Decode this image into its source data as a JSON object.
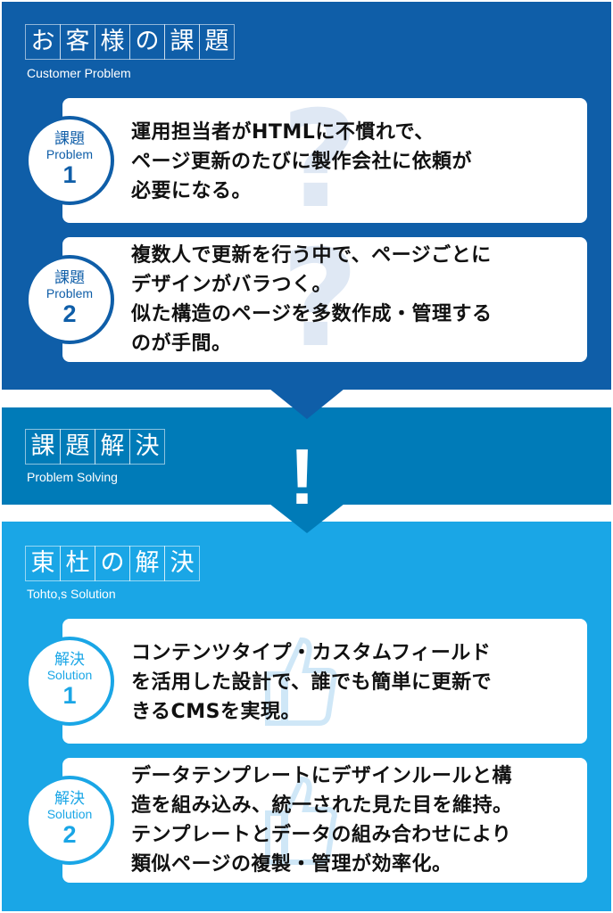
{
  "customer_problem": {
    "title_chars": [
      "お",
      "客",
      "様",
      "の",
      "課",
      "題"
    ],
    "subtitle": "Customer  Problem",
    "items": [
      {
        "label_jp": "課題",
        "label_en": "Problem",
        "number": "1",
        "text": "運用担当者がHTMLに不慣れで、\nページ更新のたびに製作会社に依頼が\n必要になる。"
      },
      {
        "label_jp": "課題",
        "label_en": "Problem",
        "number": "2",
        "text": "複数人で更新を行う中で、ページごとに\nデザインがバラつく。\n似た構造のページを多数作成・管理する\nのが手間。"
      }
    ],
    "watermark": "?"
  },
  "problem_solving": {
    "title_chars": [
      "課",
      "題",
      "解",
      "決"
    ],
    "subtitle": "Problem Solving",
    "mark": "!"
  },
  "solution": {
    "title_chars": [
      "東",
      "杜",
      "の",
      "解",
      "決"
    ],
    "subtitle": "Tohto,s Solution",
    "items": [
      {
        "label_jp": "解決",
        "label_en": "Solution",
        "number": "1",
        "text": "コンテンツタイプ・カスタムフィールド\nを活用した設計で、誰でも簡単に更新で\nきるCMSを実現。"
      },
      {
        "label_jp": "解決",
        "label_en": "Solution",
        "number": "2",
        "text": "データテンプレートにデザインルールと構\n造を組み込み、統一された見た目を維持。\nテンプレートとデータの組み合わせにより\n類似ページの複製・管理が効率化。"
      }
    ]
  },
  "colors": {
    "dark": "#0f5ea8",
    "mid": "#007bb8",
    "light": "#1aa6e6"
  }
}
